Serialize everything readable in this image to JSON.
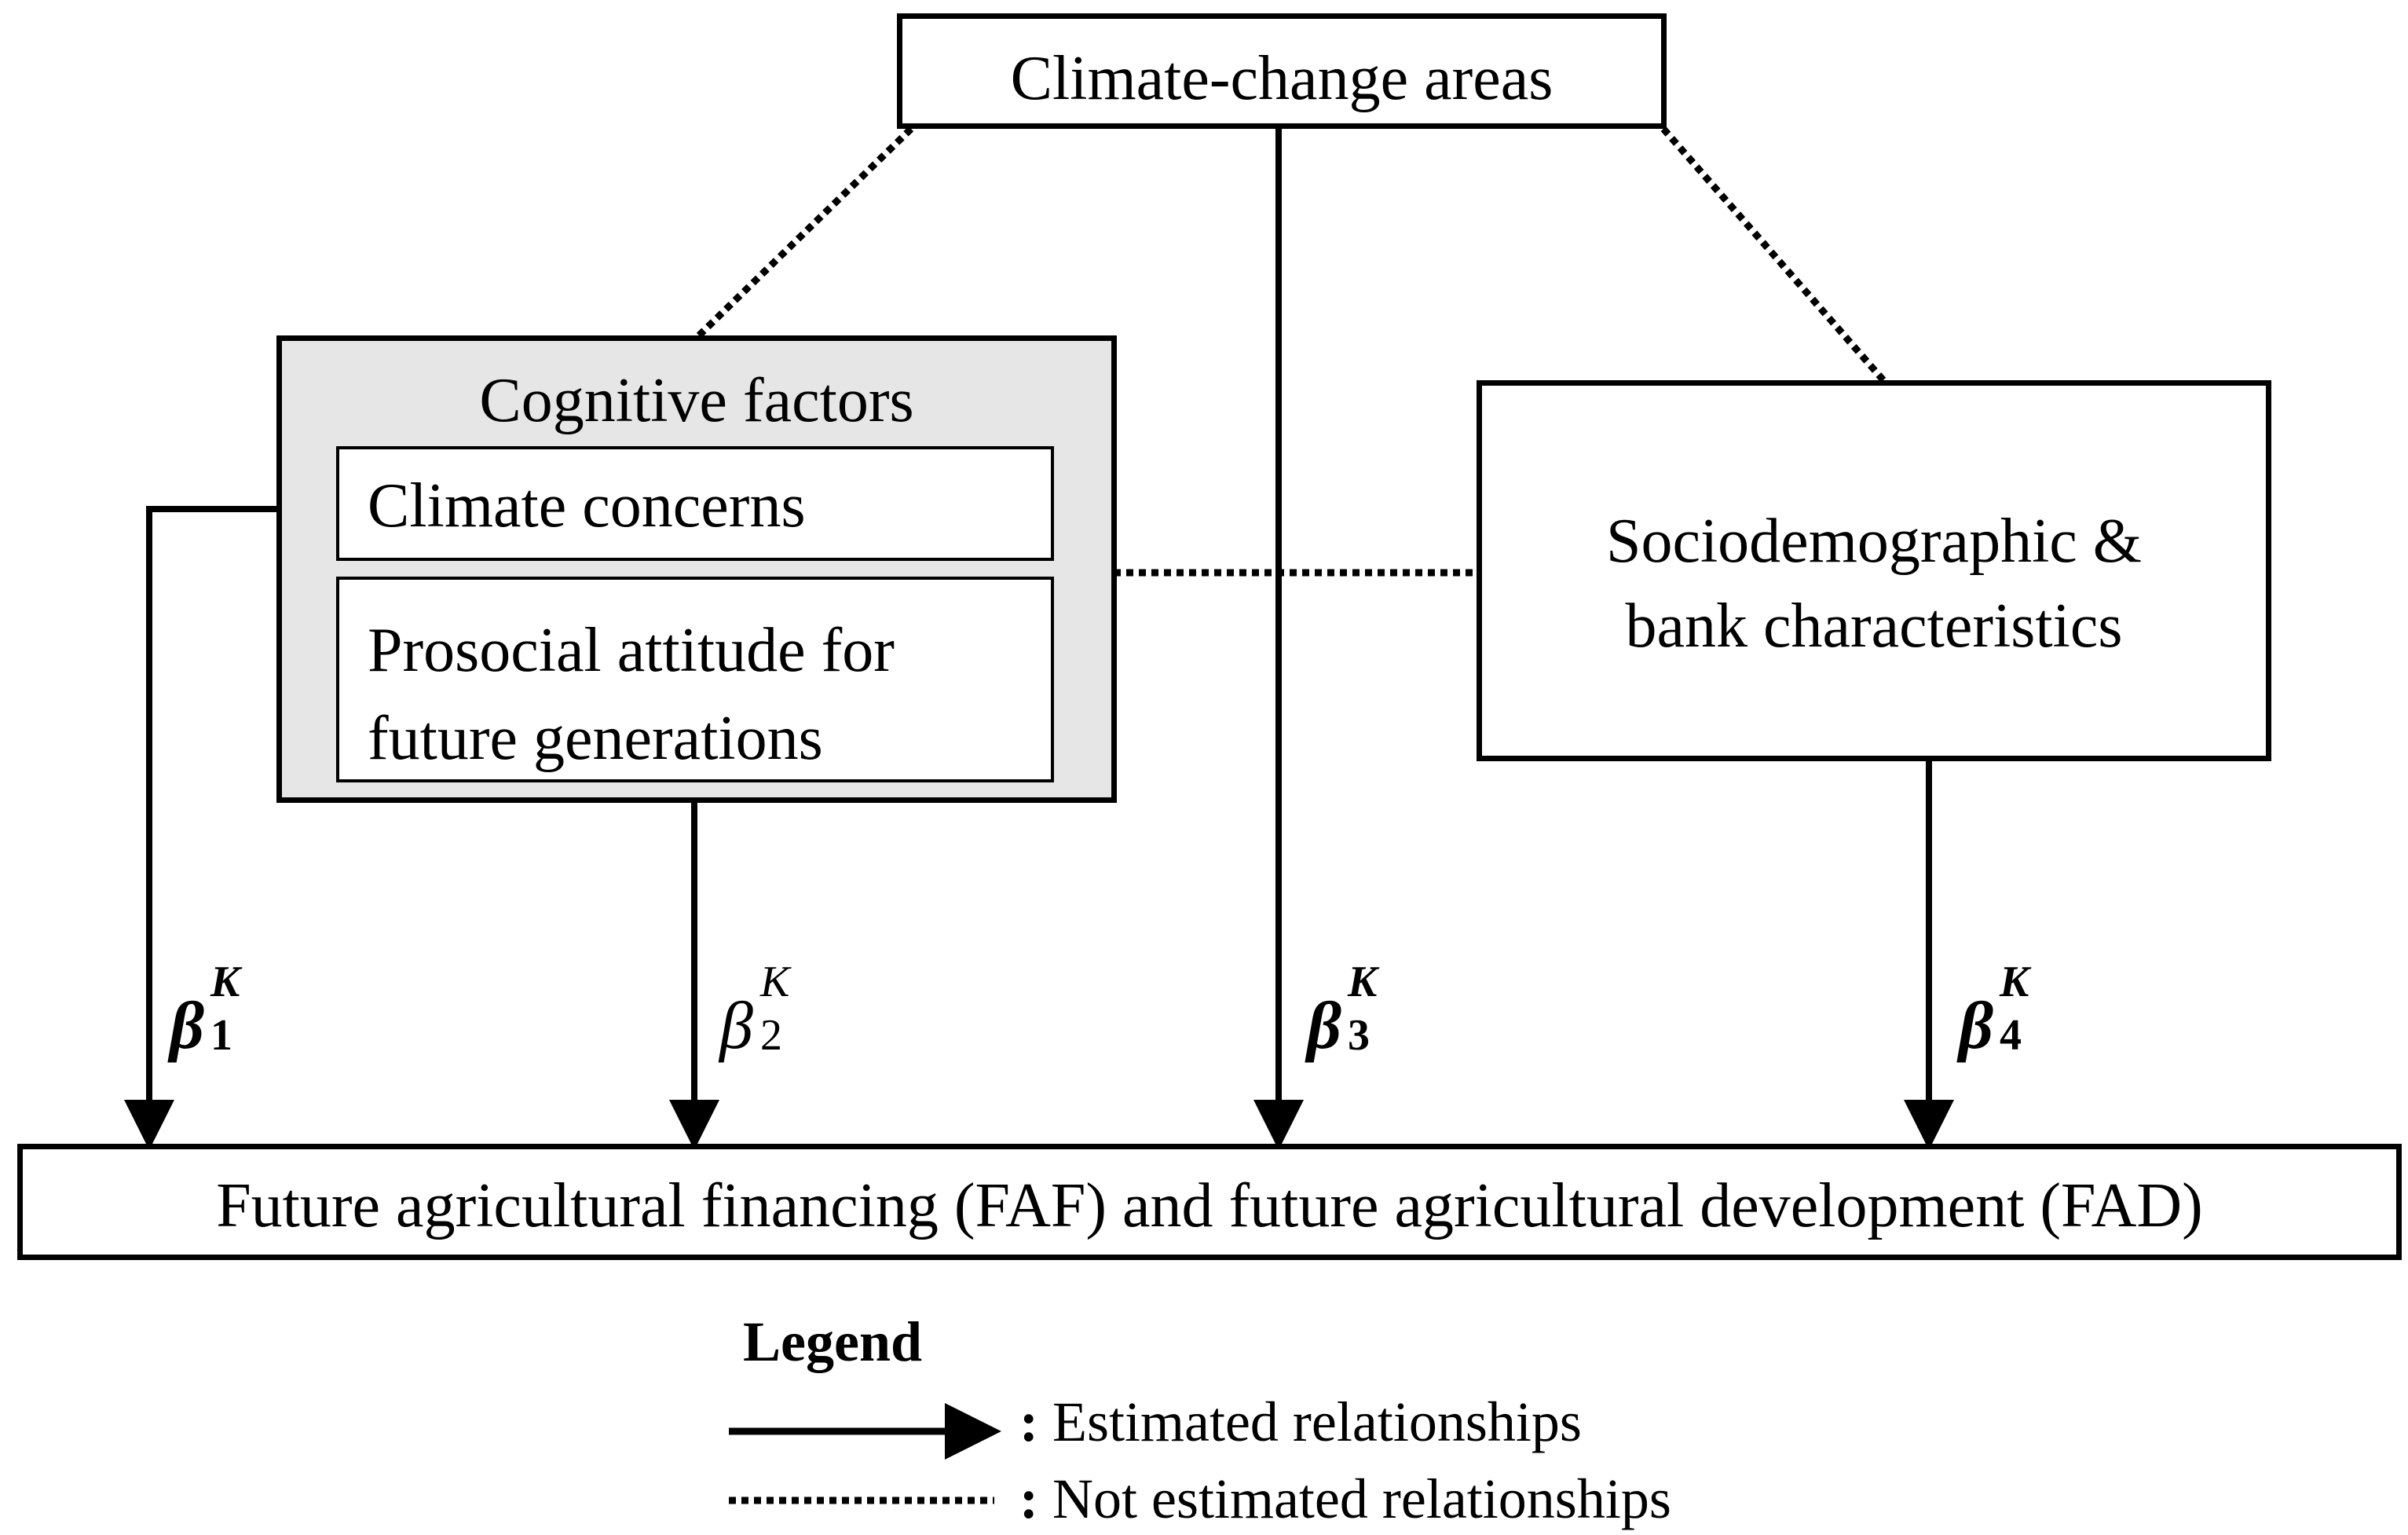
{
  "nodes": {
    "climate_change_areas": {
      "label": "Climate-change areas"
    },
    "cognitive_factors": {
      "label": "Cognitive factors",
      "fill_color": "#e6e6e6",
      "items": {
        "climate_concerns": {
          "label": "Climate concerns"
        },
        "prosocial_attitude": {
          "label": "Prosocial attitude for\nfuture generations"
        }
      }
    },
    "sociodemographic": {
      "label": "Sociodemographic &\nbank characteristics"
    },
    "outcome": {
      "label": "Future agricultural financing (FAF) and future agricultural development (FAD)"
    }
  },
  "edges": [
    {
      "from": "climate_concerns",
      "to": "outcome",
      "style": "solid",
      "label_symbol": "β",
      "label_sub": "1",
      "label_sup": "K",
      "bold": true
    },
    {
      "from": "cognitive_factors",
      "to": "outcome",
      "style": "solid",
      "label_symbol": "β",
      "label_sub": "2",
      "label_sup": "K",
      "bold": false
    },
    {
      "from": "climate_change_areas",
      "to": "outcome",
      "style": "solid",
      "label_symbol": "β",
      "label_sub": "3",
      "label_sup": "K",
      "bold": true
    },
    {
      "from": "sociodemographic",
      "to": "outcome",
      "style": "solid",
      "label_symbol": "β",
      "label_sub": "4",
      "label_sup": "K",
      "bold": true
    },
    {
      "from": "climate_change_areas",
      "to": "cognitive_factors",
      "style": "dotted"
    },
    {
      "from": "climate_change_areas",
      "to": "sociodemographic",
      "style": "dotted"
    },
    {
      "from": "cognitive_factors",
      "to": "sociodemographic",
      "style": "dotted"
    }
  ],
  "legend": {
    "title": "Legend",
    "separator": ":",
    "items": [
      {
        "style": "solid",
        "label": "Estimated relationships"
      },
      {
        "style": "dotted",
        "label": "Not estimated relationships"
      }
    ]
  }
}
